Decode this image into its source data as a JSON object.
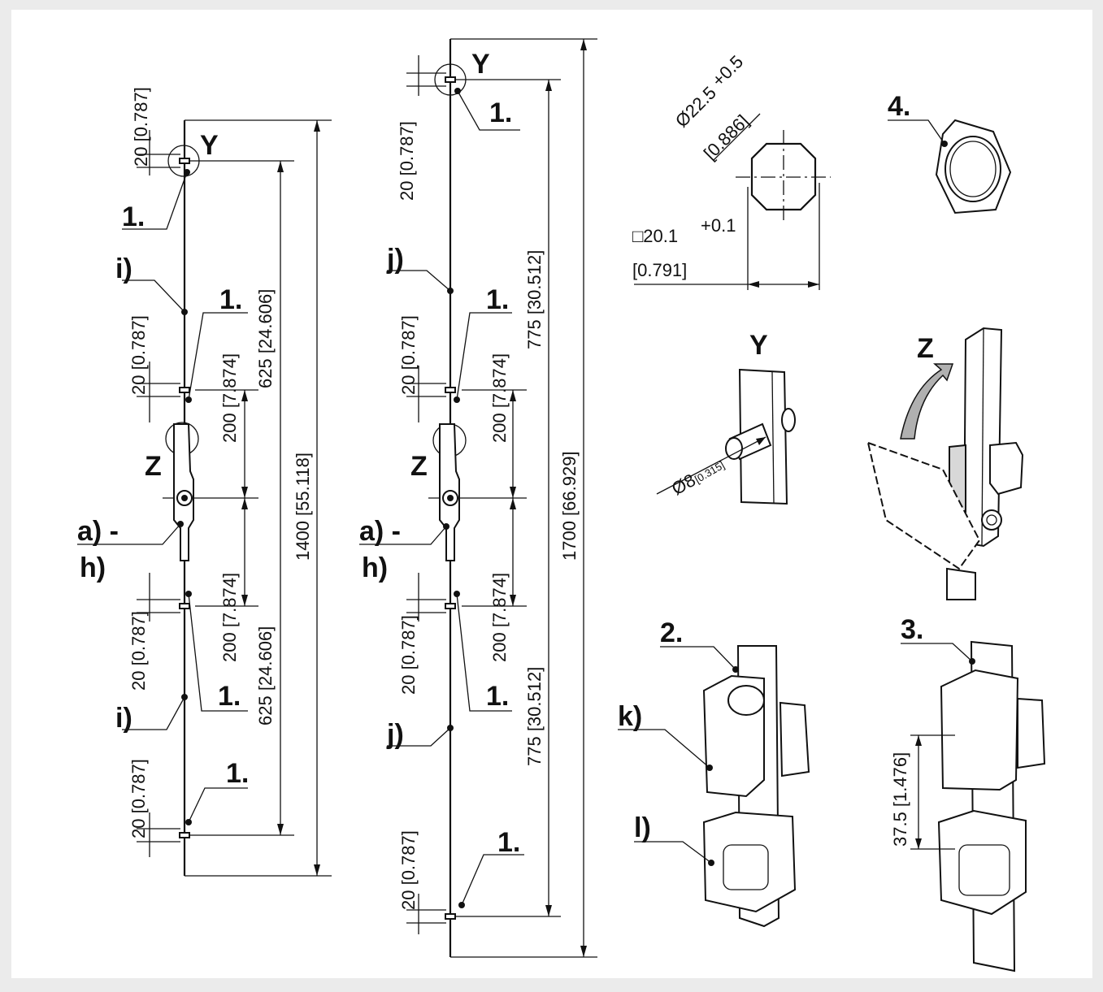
{
  "colors": {
    "background": "#ebebeb",
    "panel": "#ffffff",
    "ink": "#111111",
    "arrow": "#b0b0b0"
  },
  "labels": {
    "Y": "Y",
    "Z": "Z",
    "one": "1.",
    "two": "2.",
    "three": "3.",
    "four": "4.",
    "i": "i)",
    "j": "j)",
    "k": "k)",
    "l": "l)",
    "a": "a) -",
    "h": "h)"
  },
  "dims": {
    "d20": "20 [0.787]",
    "d625": "625 [24.606]",
    "d200": "200 [7.874]",
    "d1400": "1400 [55.118]",
    "d775": "775 [30.512]",
    "d1700": "1700 [66.929]",
    "d37": "37.5 [1.476]",
    "dia22": "Ø22.5",
    "dia22tol": "+0.5",
    "dia22in": "[0.886]",
    "sq20": "□20.1",
    "sq20tol": "+0.1",
    "sq20in": "[0.791]",
    "dia8": "Ø8",
    "dia8in": "[0.315]"
  }
}
